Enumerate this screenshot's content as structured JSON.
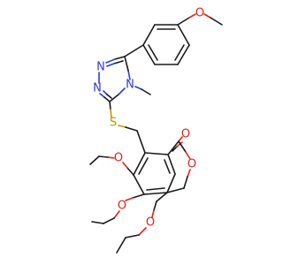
{
  "molecule": {
    "atoms": [
      {
        "id": "n_ring_top",
        "label": "N"
      },
      {
        "id": "n_ring_left",
        "label": "N"
      },
      {
        "id": "n_methyl",
        "label": "N"
      },
      {
        "id": "sulfur",
        "label": "S"
      },
      {
        "id": "o_methoxy",
        "label": "O"
      },
      {
        "id": "o_carbonyl",
        "label": "O"
      },
      {
        "id": "o_lactone",
        "label": "O"
      },
      {
        "id": "o_ethoxy_1",
        "label": "O"
      },
      {
        "id": "o_ethoxy_2",
        "label": "O"
      },
      {
        "id": "o_ethoxy_3",
        "label": "O"
      }
    ]
  },
  "colors": {
    "carbon_bond": "#1a1a1a",
    "nitrogen": "#2f3bd6",
    "oxygen": "#e0231a",
    "sulfur": "#b49a00"
  }
}
